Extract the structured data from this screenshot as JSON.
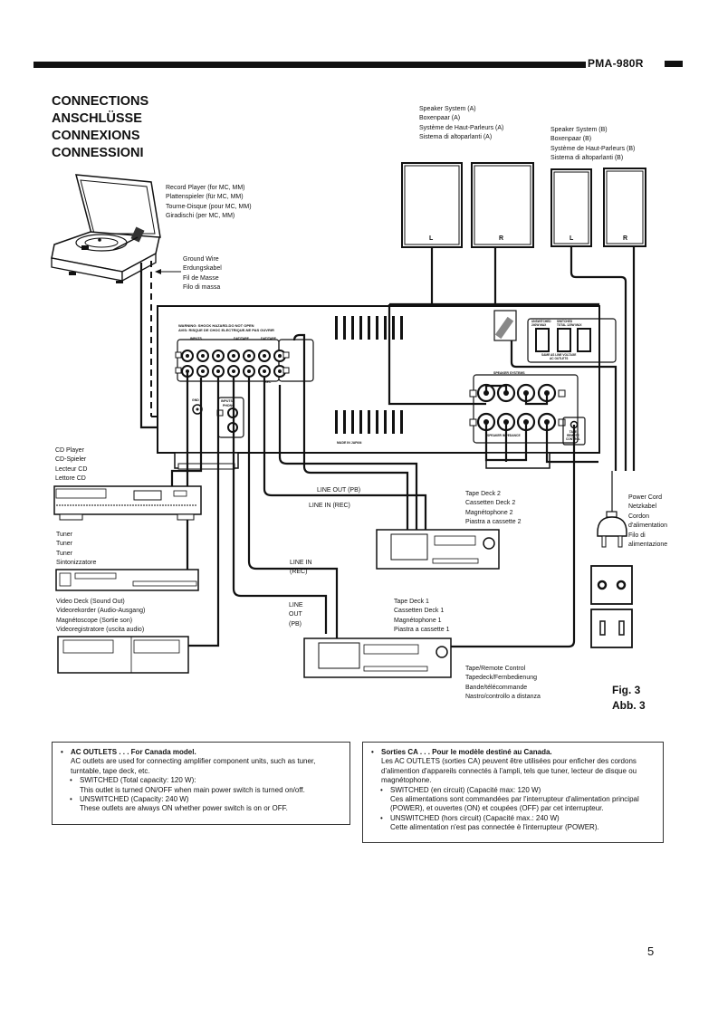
{
  "header": {
    "model": "PMA-980R"
  },
  "titles": [
    "CONNECTIONS",
    "ANSCHLÜSSE",
    "CONNEXIONS",
    "CONNESSIONI"
  ],
  "labels": {
    "record_player": [
      "Record Player (for MC, MM)",
      "Plattenspieler (für MC, MM)",
      "Tourne-Disque (pour MC, MM)",
      "Giradischi (per MC, MM)"
    ],
    "ground_wire": [
      "Ground Wire",
      "Erdungskabel",
      "Fil de Masse",
      "Filo di massa"
    ],
    "speaker_a": [
      "Speaker System (A)",
      "Boxenpaar (A)",
      "Système de Haut-Parleurs (A)",
      "Sistema di altoparlanti (A)"
    ],
    "speaker_b": [
      "Speaker System (B)",
      "Boxenpaar (B)",
      "Système de Haut-Parleurs (B)",
      "Sistema di altoparlanti (B)"
    ],
    "speaker_channels": {
      "left": "L",
      "right": "R"
    },
    "cd_player": [
      "CD Player",
      "CD-Spieler",
      "Lecteur CD",
      "Lettore CD"
    ],
    "tuner": [
      "Tuner",
      "Tuner",
      "Tuner",
      "Sintonizzatore"
    ],
    "video_deck": [
      "Video Deck (Sound Out)",
      "Videorekorder (Audio-Ausgang)",
      "Magnétoscope (Sortie son)",
      "Videoregistratore (uscita audio)"
    ],
    "tape_deck_2": [
      "Tape Deck 2",
      "Cassetten Deck 2",
      "Magnétophone 2",
      "Piastra a cassette 2"
    ],
    "tape_deck_1": [
      "Tape Deck 1",
      "Cassetten Deck 1",
      "Magnétophone 1",
      "Piastra a cassette 1"
    ],
    "power_cord": [
      "Power Cord",
      "Netzkabel",
      "Cordon",
      "d'alimentation",
      "Filo di",
      "alimentazione"
    ],
    "tape_remote": [
      "Tape/Remote Control",
      "Tapedeck/Fernbedienung",
      "Bande/télécommande",
      "Nastro/controllo a distanza"
    ],
    "line_out_pb_2": "LINE OUT (PB)",
    "line_in_rec_2": "LINE IN (REC)",
    "line_in_rec_1": [
      "LINE IN",
      "(REC)"
    ],
    "line_out_pb_1": [
      "LINE",
      "OUT",
      "(PB)"
    ]
  },
  "amp_panel": {
    "warning": "WARNING: SHOCK HAZARD-DO NOT OPEN",
    "avis": "AVIS: RISQUE DE CHOC ELECTRIQUE-NE PAS OUVRIR",
    "inputs": "INPUTS",
    "inputs_jacks": [
      "CD",
      "TUNER",
      "AUX"
    ],
    "dat_tape_1": "DAT/TAPE",
    "dat_tape_2": "DAT/TAPE",
    "tape_nums": [
      "1",
      "2",
      "1",
      "2"
    ],
    "rec": "REC",
    "gnd": "GND",
    "phono_inputs": "INPUTS",
    "phono": "PHONO",
    "made_in": "MADE IN JAPAN",
    "speaker_systems": "SPEAKER SYSTEMS",
    "speaker_impedance": "SPEAKER IMPEDANCE",
    "impedance_values": [
      "A or B: 4~16 ohms",
      "A+B: 8~16 ohms"
    ],
    "tape_remote_control": [
      "TAPE",
      "REMOTE",
      "CONTROL"
    ],
    "unswitched": "UNSWITCHED",
    "unswitched_val": "240W MAX",
    "switched": "SWITCHED",
    "switched_val": "TOTAL 120W MAX",
    "same_as_line": "SAME AS LINE VOLTAGE",
    "ac_outlets": "AC OUTLETS",
    "channel_L": "L",
    "channel_R": "R",
    "spk_A": "A",
    "spk_B": "B"
  },
  "figure": {
    "fig": "Fig. 3",
    "abb": "Abb. 3"
  },
  "note_en": {
    "heading": "AC OUTLETS . . . For Canada model.",
    "intro": "AC outlets are used for connecting amplifier component units, such as tuner, turntable, tape deck, etc.",
    "switched_title": "SWITCHED (Total capacity: 120 W):",
    "switched_text": "This outlet is turned ON/OFF when main power switch is turned on/off.",
    "unswitched_title": "UNSWITCHED (Capacity: 240 W)",
    "unswitched_text": "These outlets are always ON whether power switch is on or OFF."
  },
  "note_fr": {
    "heading": "Sorties CA . . . Pour le modèle destiné au Canada.",
    "intro": "Les AC OUTLETS (sorties CA) peuvent être utilisées pour enficher des cordons d'alimention d'appareils connectés à l'ampli, tels que tuner, lecteur de disque ou magnétophone.",
    "switched_title": "SWITCHED (en circuit) (Capacité max: 120 W)",
    "switched_text": "Ces alimentations sont commandées par l'interrupteur d'alimentation principal (POWER), et ouvertes (ON) et coupées (OFF) par cet interrupteur.",
    "unswitched_title": "UNSWITCHED (hors circuit) (Capacité max.: 240 W)",
    "unswitched_text": "Cette alimentation n'est pas connectée è l'interrupteur (POWER)."
  },
  "page": {
    "number": "5"
  }
}
